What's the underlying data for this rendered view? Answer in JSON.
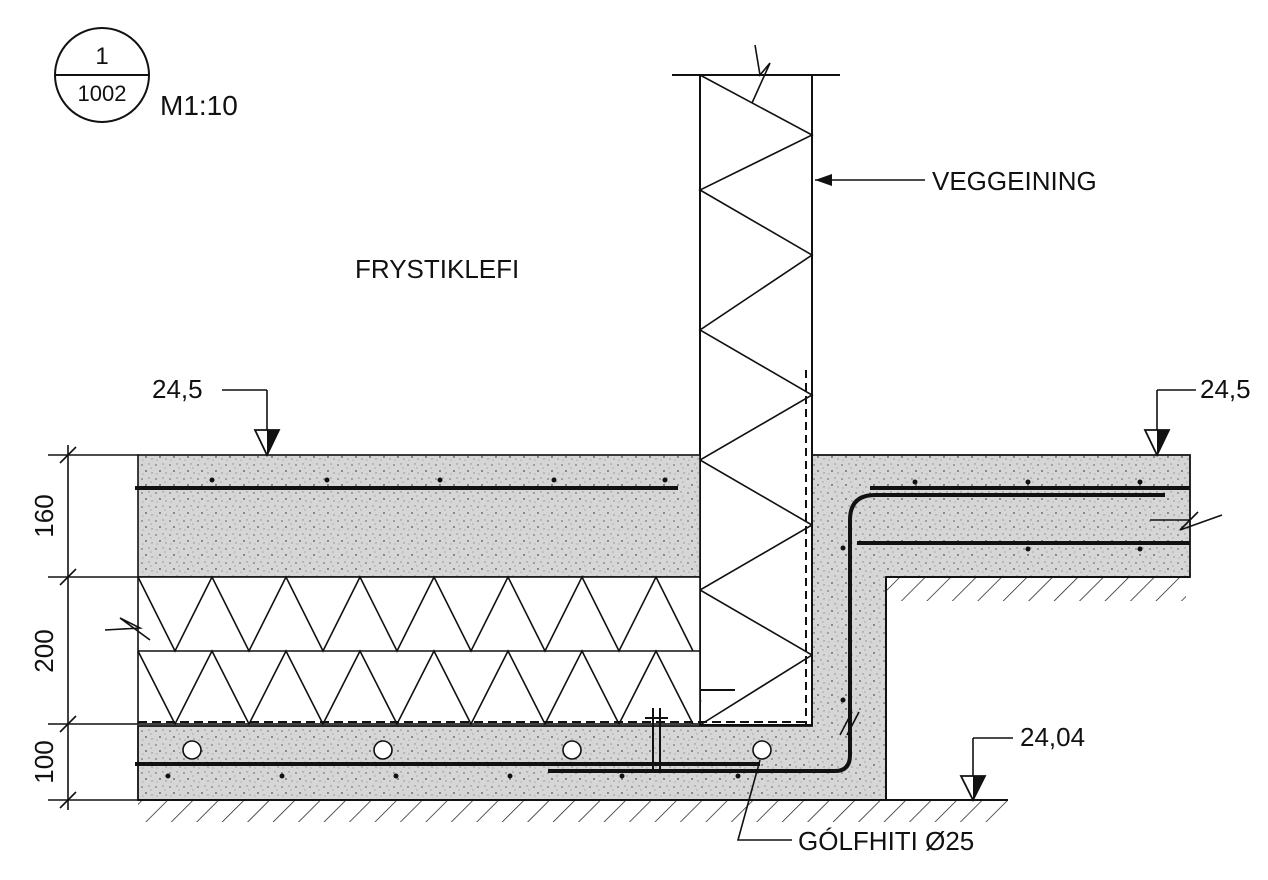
{
  "detail_marker": {
    "number": "1",
    "sheet": "1002"
  },
  "scale": "M1:10",
  "labels": {
    "room": "FRYSTIKLEFI",
    "wall": "VEGGEINING",
    "floor_heating": "GÓLFHITI Ø25"
  },
  "levels": {
    "floor_left": "24,5",
    "floor_right": "24,5",
    "bottom": "24,04"
  },
  "dimensions": [
    "160",
    "200",
    "100"
  ],
  "colors": {
    "line": "#111111",
    "concrete": "#d9d9d9",
    "background": "#ffffff"
  }
}
